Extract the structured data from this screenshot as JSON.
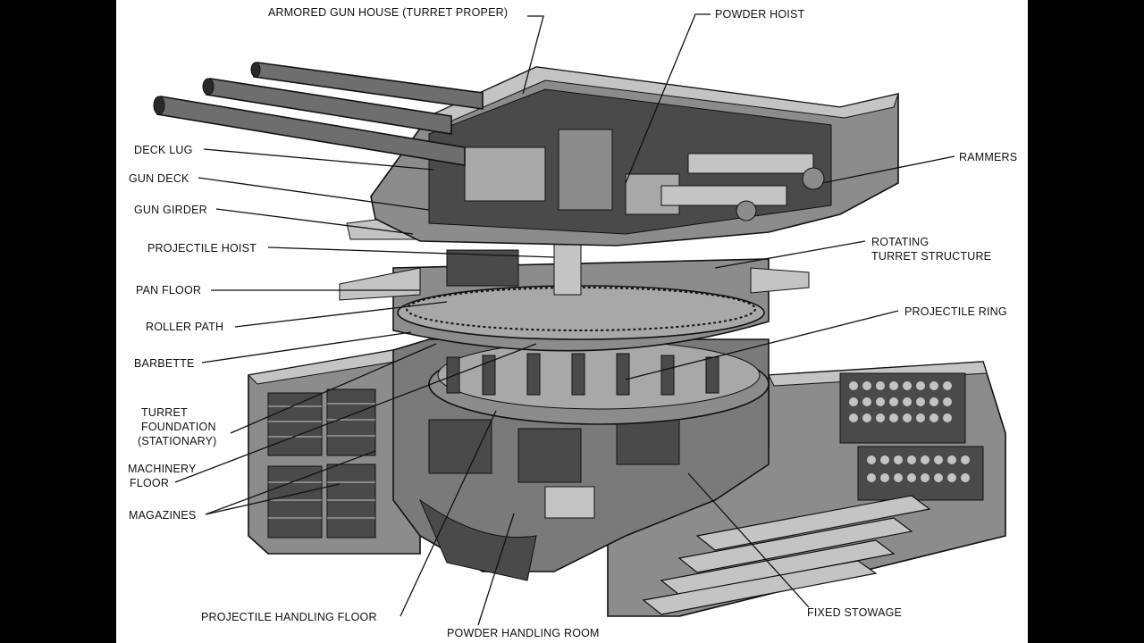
{
  "diagram": {
    "labels": {
      "armored_gun_house": "ARMORED GUN HOUSE (TURRET PROPER)",
      "powder_hoist": "POWDER HOIST",
      "deck_lug": "DECK LUG",
      "gun_deck": "GUN DECK",
      "gun_girder": "GUN GIRDER",
      "projectile_hoist": "PROJECTILE HOIST",
      "pan_floor": "PAN FLOOR",
      "roller_path": "ROLLER PATH",
      "barbette": "BARBETTE",
      "turret_foundation_1": "TURRET",
      "turret_foundation_2": "FOUNDATION",
      "turret_foundation_3": "(STATIONARY)",
      "machinery_floor_1": "MACHINERY",
      "machinery_floor_2": "FLOOR",
      "magazines": "MAGAZINES",
      "projectile_handling_floor": "PROJECTILE HANDLING FLOOR",
      "powder_handling_room": "POWDER HANDLING ROOM",
      "rammers": "RAMMERS",
      "rotating_turret_1": "ROTATING",
      "rotating_turret_2": "TURRET STRUCTURE",
      "projectile_ring": "PROJECTILE RING",
      "fixed_stowage": "FIXED STOWAGE"
    },
    "colors": {
      "ink": "#111111",
      "body_gray": "#8c8c8c",
      "dark_gray": "#4a4a4a",
      "light_gray": "#c4c4c4",
      "frame": "#000000",
      "paper": "#ffffff"
    }
  }
}
